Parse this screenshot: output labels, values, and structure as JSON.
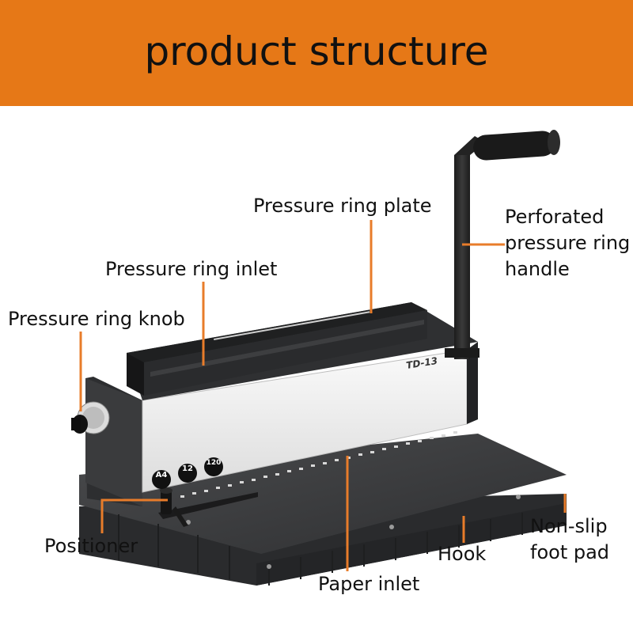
{
  "header": {
    "title": "product structure",
    "background": "#e67817"
  },
  "colors": {
    "leader_line": "#e87c2a",
    "machine_body": "#333435",
    "machine_panel": "#f1f1f1",
    "base_plate": "#3b3c3e",
    "text": "#111111"
  },
  "machine": {
    "model_label": "TD-13",
    "badges": [
      {
        "value": "A4"
      },
      {
        "value": "12"
      },
      {
        "value": "120"
      }
    ]
  },
  "callouts": {
    "pressure_ring_plate": "Pressure ring plate",
    "perforated_handle": [
      "Perforated",
      "pressure ring",
      "handle"
    ],
    "pressure_ring_inlet": "Pressure ring inlet",
    "pressure_ring_knob": "Pressure ring knob",
    "positioner": "Positioner",
    "hook": "Hook",
    "non_slip_foot_pad": [
      "Non-slip",
      "foot pad"
    ],
    "paper_inlet": "Paper inlet"
  }
}
